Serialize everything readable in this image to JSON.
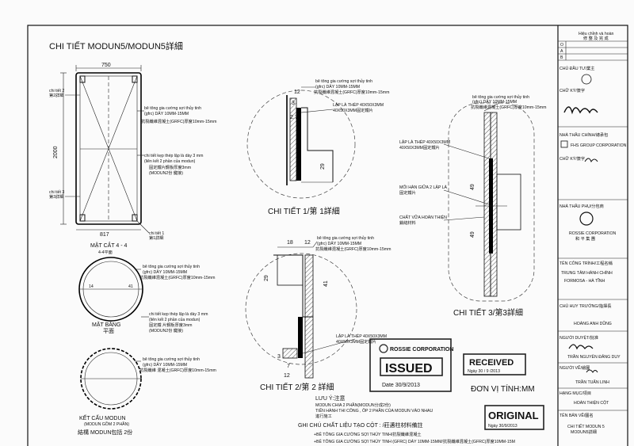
{
  "sheet_title": "CHI TIẾT MODUN5/MODUN5詳細",
  "modun": {
    "dim_width": "750",
    "dim_height": "2000",
    "dim_base": "817",
    "chitiet2": "chi tiết 2",
    "chitiet2_cn": "第2詳細",
    "chitiet1": "chi tiết 1",
    "chitiet1_cn": "第1詳細",
    "chitiet3": "chi tiết 3",
    "chitiet3_cn": "第3詳細",
    "grfc_1": "bê tông gia cường sợi thủy tinh",
    "grfc_2": "(gfrc) DÂY 10MM-15MM",
    "grfc_3": "抗裂纖維混凝土(GRFC)厚度10mm-15mm",
    "steel_1": "chi tiết kẹp thép lập là dày 3 mm",
    "steel_2": "(liên kết 2 phần của modun)",
    "steel_3": "固定鐵片鋼板厚度3mm",
    "steel_4": "(MODUN2份 鍵接)",
    "section_label": "MẶT CẮT 4 - 4",
    "section_label_cn": "4-4平面"
  },
  "plan": {
    "dim_left": "14",
    "dim_right": "41",
    "grfc_1": "bê tông gia cường sợi thủy tinh",
    "grfc_2": "(gfrc) DÂY 10MM-15MM",
    "grfc_3": "抗裂纖維混凝土(GRFC)厚度10mm-15mm",
    "steel_1": "chi tiết kẹp thép lập là dày 3 mm",
    "steel_2": "(liên kết 2 phần của modun)",
    "steel_3": "固定鐵 片鋼板厚度3mm",
    "steel_4": "(MODUN2份 鍵接)",
    "label": "MẶT BẰNG",
    "label_cn": "平面"
  },
  "structure": {
    "grfc_1": "bê tông gia cường sợi thủy tinh",
    "grfc_2": "(gfrc) DÂY 10MM-15MM",
    "grfc_3": "抗裂纖維 混凝土(GRFC)厚度10mm-15mm",
    "label": "KẾT CẤU MODUN",
    "label_sub": "(MODUN GỒM 2 PHẦN)",
    "label_cn": "結構 MODUN包括 2份"
  },
  "detail1": {
    "dim_12": "12",
    "dim_3": "3",
    "dim_27": "2.7",
    "dim_29": "29",
    "grfc_1": "bê tông gia cường sợi thủy tinh",
    "grfc_2": "(gfrc) DÂY 10MM-15MM",
    "grfc_3": "抗裂纖維混凝土(GRFC)厚度10mm-15mm",
    "steel_1": "LẬP LÀ THÉP 40X50X3MM",
    "steel_2": "40X50X3MM固定鐵片",
    "title": "CHI TIẾT 1/第 1詳細"
  },
  "detail2": {
    "dim_18": "18",
    "dim_12": "12",
    "dim_29": "29",
    "dim_41": "41",
    "dim_3": "3",
    "dim_7": "7",
    "dim_12b": "12",
    "grfc_1": "bê tông gia cường sợi thủy tinh",
    "grfc_2": "(gfrc) DÂY 10MM-15MM",
    "grfc_3": "抗裂纖維混凝土(GRFC)厚度10mm-15mm",
    "steel_1": "LẬP LÀ THÉP 40X50X3MM",
    "steel_2": "40X50X3MM固定鐵片",
    "title": "CHI TIẾT 2/第 2 詳細"
  },
  "detail3": {
    "grfc_1": "bê tông gia cường sợi thủy tinh",
    "grfc_2": "(gfrc) DÂY 10MM-15MM",
    "grfc_3": "抗裂纖維混凝土(GRFC)厚度10mm-15mm",
    "steel_1": "LẬP LÀ THÉP 40X50X3MM",
    "steel_2": "40X50X3MM固定鐵片",
    "weld_1": "MỐI HÀN GIỮA 2 LẬP LÀ",
    "weld_2": "固定鐵片",
    "joint_1": "CHẤT VỮA HOÀN THIỆN",
    "joint_2": "銷縫材料",
    "dim_top": "49",
    "dim_bottom": "49",
    "title": "CHI TIẾT 3/第3詳細"
  },
  "notes": {
    "luu_y": "LƯU Ý:注意",
    "line1": "MODUN CHIA 2 PHẦN(MODUN分成2份)",
    "line2": "TIẾN HÀNH THI CÔNG , ÔP 2 PHẦN CỦA MODUN VÀO NHAU",
    "line3": "進行施工",
    "ghi_chu": "GHI CHÚ CHẤT LIỆU TẠO CỘT : /莊邁柱材料備註",
    "mat1": "+BÊ TÔNG GIA CƯỜNG SỢI THỦY TINH/抗裂纖維混凝土",
    "mat2": "+BÊ TÔNG GIA CƯỜNG SỢI THỦY TINH (GFRC) DÀY 10MM-15MM/抗裂纖維混凝土(GFRC)厚度10MM-15M",
    "unit": "ĐƠN VỊ TÍNH:MM"
  },
  "stamps": {
    "company": "ROSSIE CORPORATION",
    "issued": "ISSUED",
    "issued_date": "Date 30/9/2013",
    "received": "RECEIVED",
    "received_date": "Ngày 30 / 9 /2013",
    "original": "ORIGINAL",
    "original_date": "Ngày 30/9/2013"
  },
  "title_block": {
    "revision_head": "Hiệu chỉnh và hoàn",
    "revision_head2": "修 整 及 完 成",
    "rows": [
      "O",
      "A",
      "B"
    ],
    "owner_label": "CHỦ ĐẦU TƯ/業主",
    "owner_sig": "CHỮ KÝ/簽字",
    "contractor_label": "NHÀ THẦU CHÍNH/總承包",
    "contractor_name": "FHS GROUP CORPORATION",
    "contractor_sig": "CHỮ KÝ/簽字",
    "subcontractor_label": "NHÀ THẦU PHỤ/分包商",
    "sub_name": "ROSSIE CORPORATION",
    "sub_name_cn": "和 平 集 團",
    "project_label": "TÊN CÔNG TRÌNH/工程名稱",
    "project_name": "TRUNG TÂM HÀNH CHÍNH",
    "project_name2": "FORMOSA - HÀ TĨNH",
    "supervisor_label": "CHỦ HUY TRƯỞNG/指揮長",
    "supervisor_name": "HOÀNG ANH DŨNG",
    "designer_label": "NGƯỜI DUYỆT/批准",
    "designer_name": "TRẦN NGUYÊN ĐĂNG DUY",
    "drafter_label": "NGƯỜI VẼ/繪圖",
    "drafter_name": "TRẦN TUẤN LINH",
    "item_label": "HẠNG MỤC/項目",
    "item_name": "HOÀN THIỆN CỘT",
    "drawing_label": "TÊN BẢN VẼ/圖名",
    "drawing_name": "CHI TIẾT MODUN 5",
    "drawing_name2": "MODUN5詳細"
  }
}
